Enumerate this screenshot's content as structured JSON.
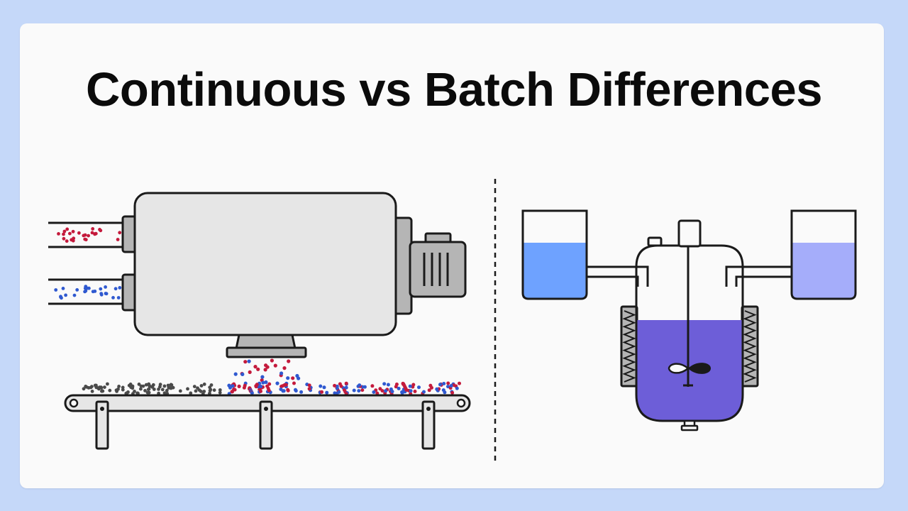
{
  "title": "Continuous vs Batch Differences",
  "colors": {
    "page_background": "#c5d8f9",
    "card_background": "#fafafa",
    "outline": "#1a1a1a",
    "machine_body": "#e6e6e6",
    "machine_part": "#b5b5b5",
    "particle_red": "#c41a3c",
    "particle_blue": "#2f59d0",
    "particle_dark": "#4a4a4a",
    "liquid_left_tank": "#6ea2ff",
    "liquid_right_tank": "#a5adfa",
    "liquid_reactor": "#6d5ed8",
    "heating_coil": "#b5b5b5"
  },
  "left_panel": {
    "label": "continuous-process",
    "parts": [
      "feed-pipe-red",
      "feed-pipe-blue",
      "mixer-body",
      "motor",
      "discharge-chute",
      "conveyor-belt",
      "conveyor-legs"
    ]
  },
  "right_panel": {
    "label": "batch-process",
    "parts": [
      "feed-tank-left",
      "feed-tank-right",
      "reactor-vessel",
      "agitator",
      "heating-jacket-left",
      "heating-jacket-right",
      "drain-valve"
    ]
  }
}
